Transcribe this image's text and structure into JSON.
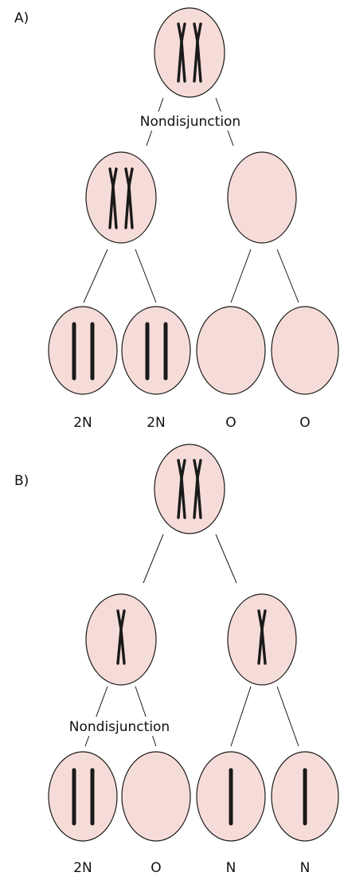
{
  "panel_a": {
    "label": "A)",
    "event": "Nondisjunction",
    "gametes": [
      "2N",
      "2N",
      "O",
      "O"
    ]
  },
  "panel_b": {
    "label": "B)",
    "event": "Nondisjunction",
    "gametes": [
      "2N",
      "O",
      "N",
      "N"
    ]
  },
  "colors": {
    "cell_fill": "#f6dcd8",
    "outline": "#1a1a1a"
  }
}
